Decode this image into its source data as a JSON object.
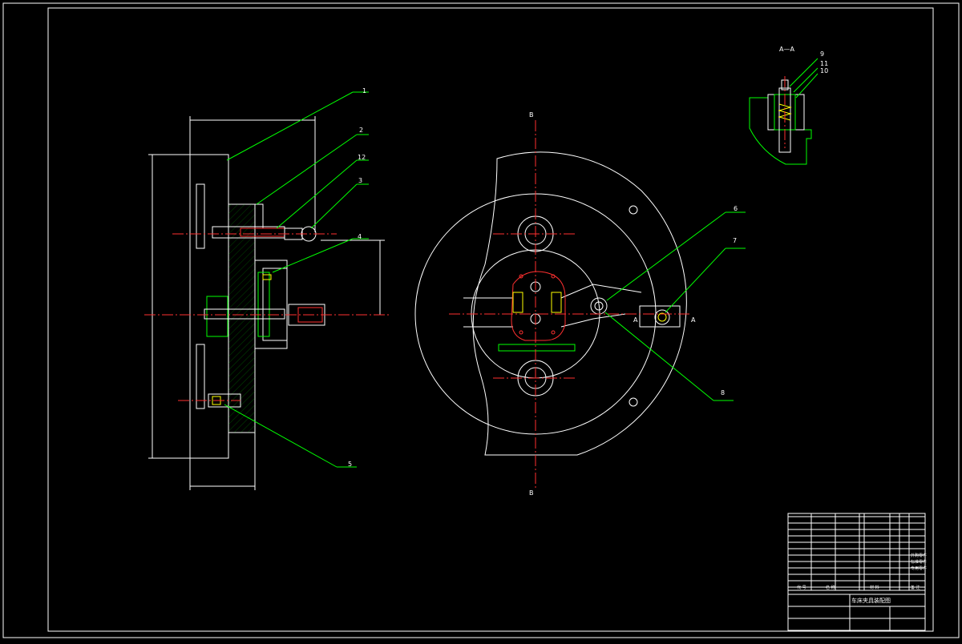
{
  "drawing": {
    "title": "车床夹具装配图",
    "section_label": "A—A",
    "side_mark": "A",
    "axis_mark": "B"
  },
  "balloons": [
    "1",
    "2",
    "12",
    "3",
    "4",
    "5",
    "6",
    "7",
    "8",
    "9",
    "11",
    "10"
  ],
  "title_block": {
    "header_code": "代 号",
    "header_name": "名 称",
    "header_material": "材 料",
    "header_remark": "备 注",
    "right_notes": [
      "外购零件",
      "标准零件",
      "专用零件"
    ]
  },
  "colors": {
    "background": "#000000",
    "outline": "#ffffff",
    "leader": "#00ff00",
    "hatch": "#00ff00",
    "hidden": "#ffff00",
    "center": "#ff3030"
  }
}
